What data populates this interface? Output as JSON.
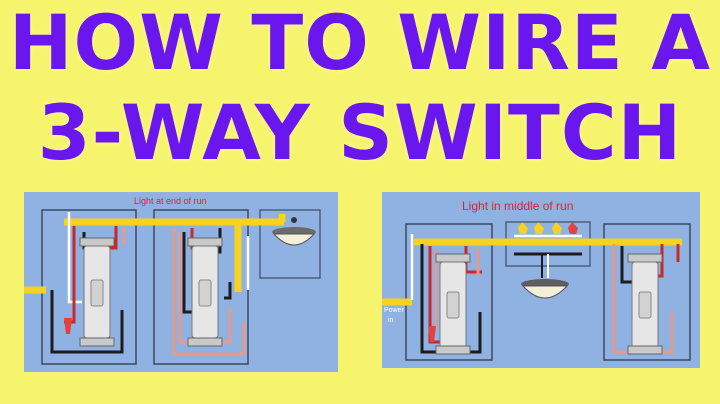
{
  "title": {
    "line1": "HOW TO WIRE A",
    "line2": "3-WAY SWITCH"
  },
  "colors": {
    "background": "#f6f46c",
    "title": "#6a16ee",
    "panel": "#8fb2e3",
    "label_red": "#d8262a",
    "wire_yellow": "#f7d21f",
    "wire_red": "#c8282a",
    "wire_pink": "#e59a8c",
    "wire_black": "#1c1c1c",
    "wire_white": "#ffffff"
  },
  "diagram_left": {
    "label": "Light at end of run"
  },
  "diagram_right": {
    "label": "Light in middle of run",
    "power_label_line1": "Power",
    "power_label_line2": "in"
  },
  "icons": [
    "light-fixture-icon",
    "three-way-switch-icon",
    "wire-nut-icon",
    "junction-box-icon"
  ]
}
